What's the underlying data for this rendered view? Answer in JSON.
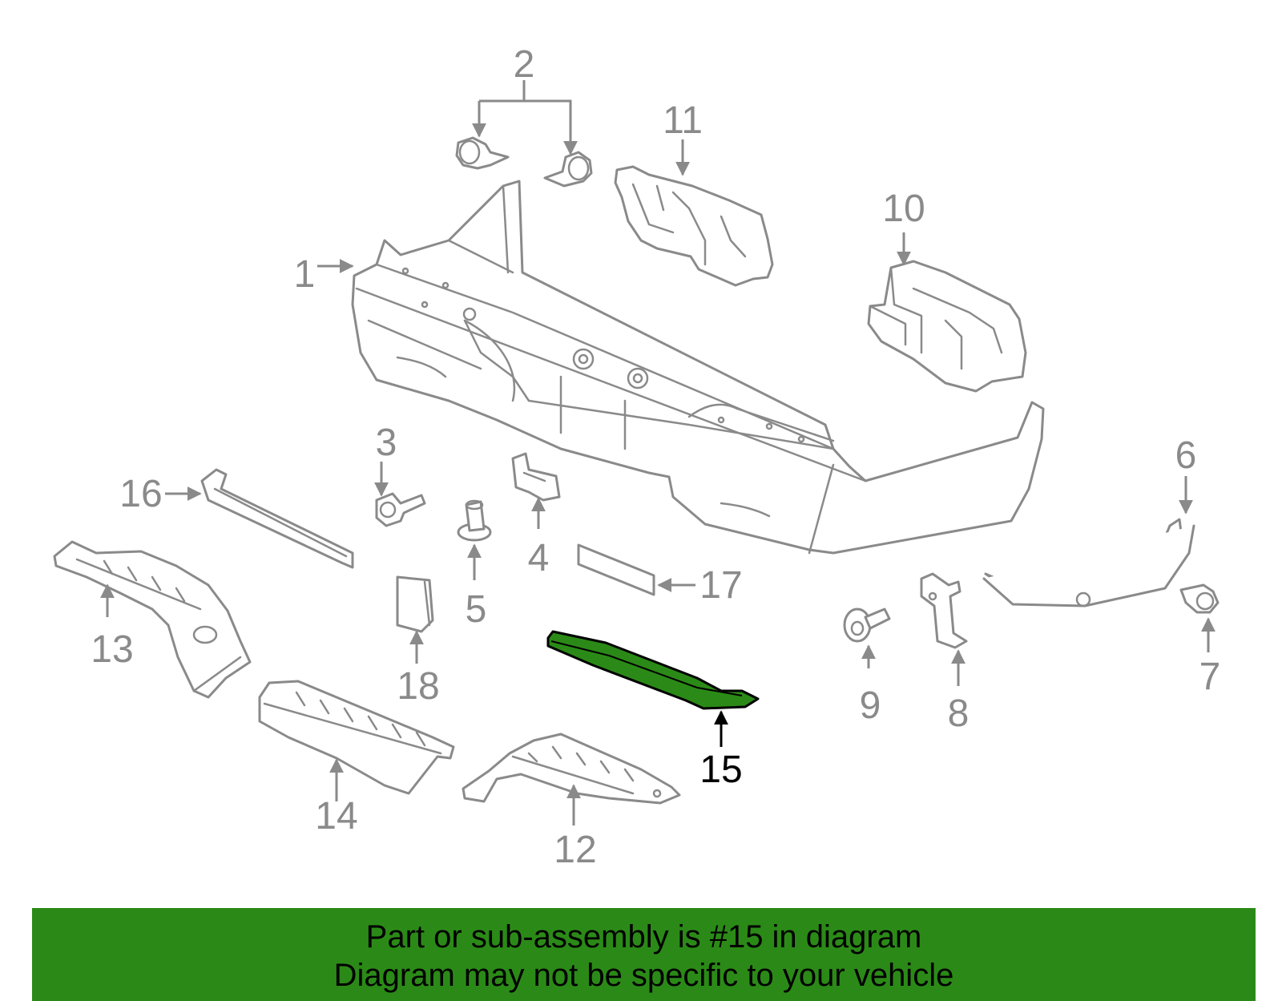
{
  "diagram": {
    "highlighted_part": "15",
    "highlight_color": "#2b8a17",
    "line_color": "#8a8a8a",
    "callouts": [
      {
        "id": "c1",
        "label": "1"
      },
      {
        "id": "c2",
        "label": "2"
      },
      {
        "id": "c3",
        "label": "3"
      },
      {
        "id": "c4",
        "label": "4"
      },
      {
        "id": "c5",
        "label": "5"
      },
      {
        "id": "c6",
        "label": "6"
      },
      {
        "id": "c7",
        "label": "7"
      },
      {
        "id": "c8",
        "label": "8"
      },
      {
        "id": "c9",
        "label": "9"
      },
      {
        "id": "c10",
        "label": "10"
      },
      {
        "id": "c11",
        "label": "11"
      },
      {
        "id": "c12",
        "label": "12"
      },
      {
        "id": "c13",
        "label": "13"
      },
      {
        "id": "c14",
        "label": "14"
      },
      {
        "id": "c15",
        "label": "15"
      },
      {
        "id": "c16",
        "label": "16"
      },
      {
        "id": "c17",
        "label": "17"
      },
      {
        "id": "c18",
        "label": "18"
      }
    ]
  },
  "banner": {
    "background": "#2b8a17",
    "line1": "Part or sub-assembly is #15 in diagram",
    "line2": "Diagram may not be specific to your vehicle"
  }
}
